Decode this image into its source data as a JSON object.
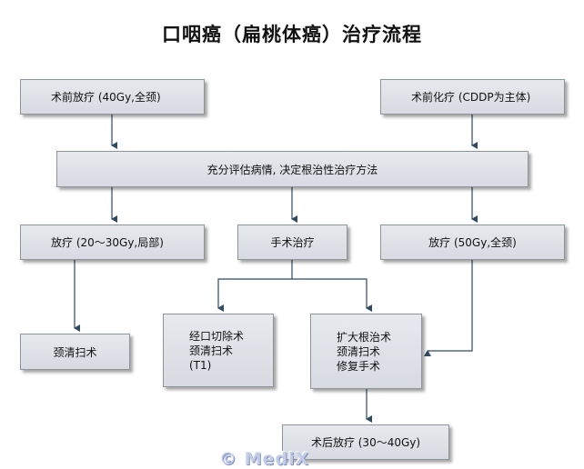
{
  "title": "口咽癌（扁桃体癌）治疗流程",
  "nodes": {
    "preop_radiation": "术前放疗 (40Gy,全颈)",
    "preop_chemo": "术前化疗 (CDDP为主体)",
    "assessment": "充分评估病情, 决定根治性治疗方法",
    "radiation_local": "放疗 (20～30Gy,局部)",
    "surgery": "手术治疗",
    "radiation_neck": "放疗 (50Gy,全颈)",
    "neck_dissection": "颈清扫术",
    "transoral": [
      "经口切除术",
      "颈清扫术",
      "(T1)"
    ],
    "radical": [
      "扩大根治术",
      "颈清扫术",
      "修复手术"
    ],
    "postop_radiation": "术后放疗 (30～40Gy)"
  },
  "watermark": "© MediX",
  "colors": {
    "box_fill_top": "#e6e9ed",
    "box_fill_bottom": "#d7dbe1",
    "box_border": "#8c949c",
    "connector": "#2f4a63"
  }
}
